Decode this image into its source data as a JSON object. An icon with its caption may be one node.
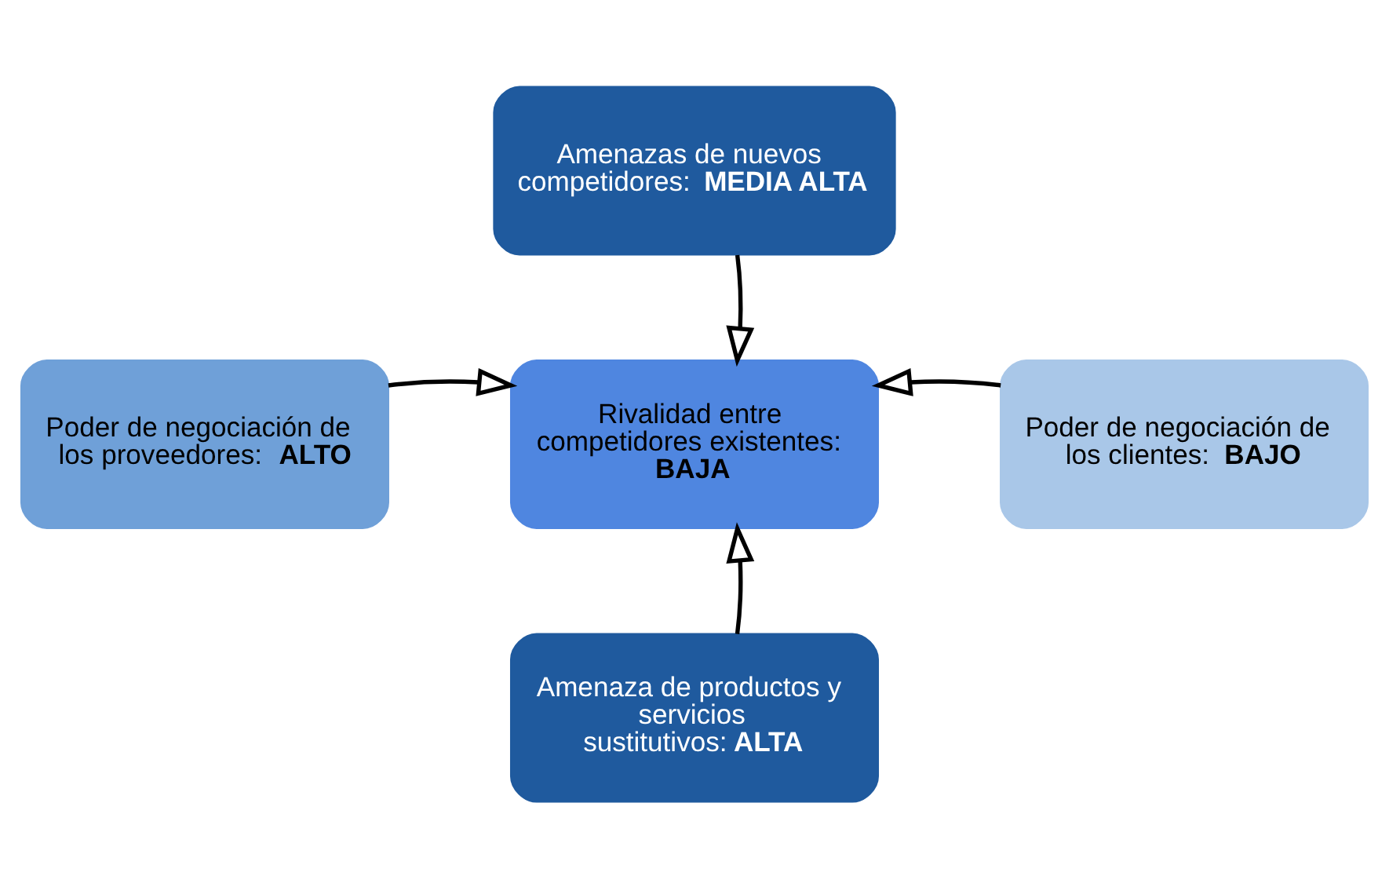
{
  "diagram": {
    "nodes": [
      {
        "text": [
          "Amenazas de nuevos competidores: **MEDIA ALTA**"
        ]
      },
      {
        "text": [
          "Poder de negociación de los proveedores: **ALTO**"
        ]
      },
      {
        "text": [
          "Rivalidad entre competidores existentes: **BAJA**"
        ]
      },
      {
        "text": [
          "Poder de negociación de los clientes: **BAJO**"
        ]
      },
      {
        "text": [
          "Amenaza de productos y servicios sustitutivos:**ALTA**"
        ]
      }
    ],
    "edges": [
      {
        "from": 0,
        "to": 2,
        "arrow": "to"
      },
      {
        "from": 1,
        "to": 2,
        "arrow": "to"
      },
      {
        "from": 3,
        "to": 2,
        "arrow": "to"
      },
      {
        "from": 4,
        "to": 2,
        "arrow": "to"
      }
    ]
  }
}
